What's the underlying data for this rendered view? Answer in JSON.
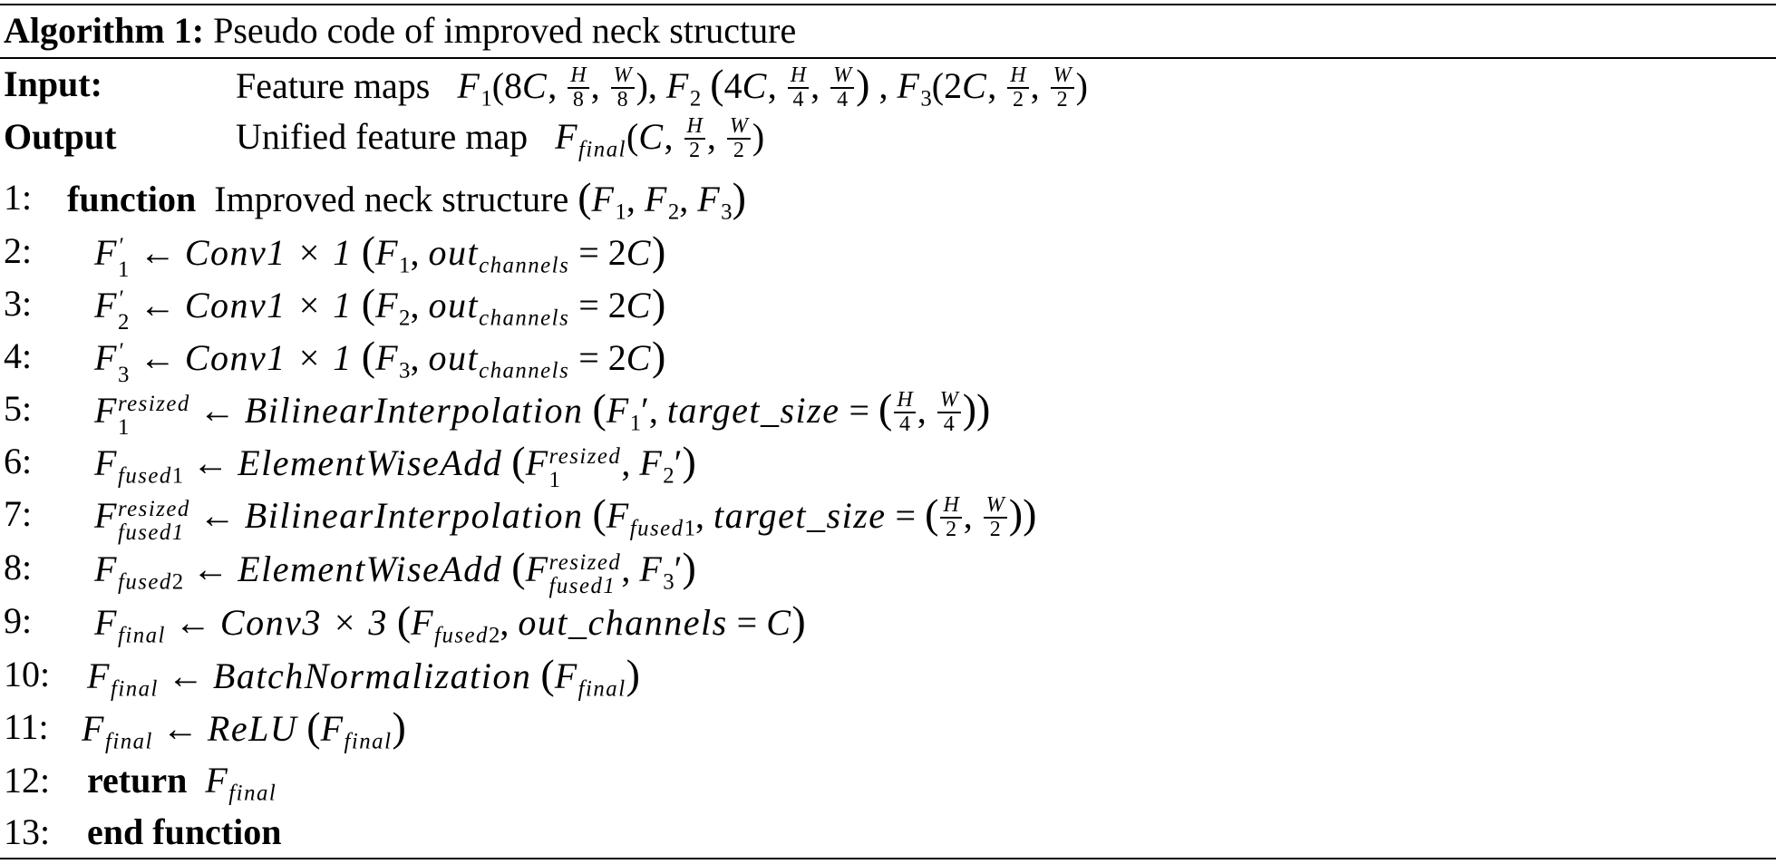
{
  "algorithm": {
    "label": "Algorithm 1:",
    "title": "Pseudo code of improved neck structure"
  },
  "io": {
    "input_label": "Input:",
    "input_text": "Feature maps",
    "output_label": "Output",
    "output_text": "Unified feature map"
  },
  "keywords": {
    "function": "function",
    "return": "return",
    "end_function": "end function"
  },
  "function_name": "Improved neck structure",
  "line_numbers": [
    "1:",
    "2:",
    "3:",
    "4:",
    "5:",
    "6:",
    "7:",
    "8:",
    "9:",
    "10:",
    "11:",
    "12:",
    "13:"
  ],
  "ops": {
    "conv1x1": "Conv1 × 1",
    "conv3x3": "Conv3 × 3",
    "bilinear": "BilinearInterpolation",
    "elementwise": "ElementWiseAdd",
    "batchnorm": "BatchNormalization",
    "relu": "ReLU"
  },
  "tokens": {
    "arrow": "←",
    "F": "F",
    "C": "C",
    "out_channels_arg": "out",
    "channels_sub": "channels",
    "out_channels_plain": "out_channels",
    "target_size": "target_size",
    "final_sub": "final",
    "fused1_sub": "fused1",
    "fused2_sub": "fused2",
    "resized_sup": "resized",
    "two_c": "= 2C",
    "eq": "="
  }
}
